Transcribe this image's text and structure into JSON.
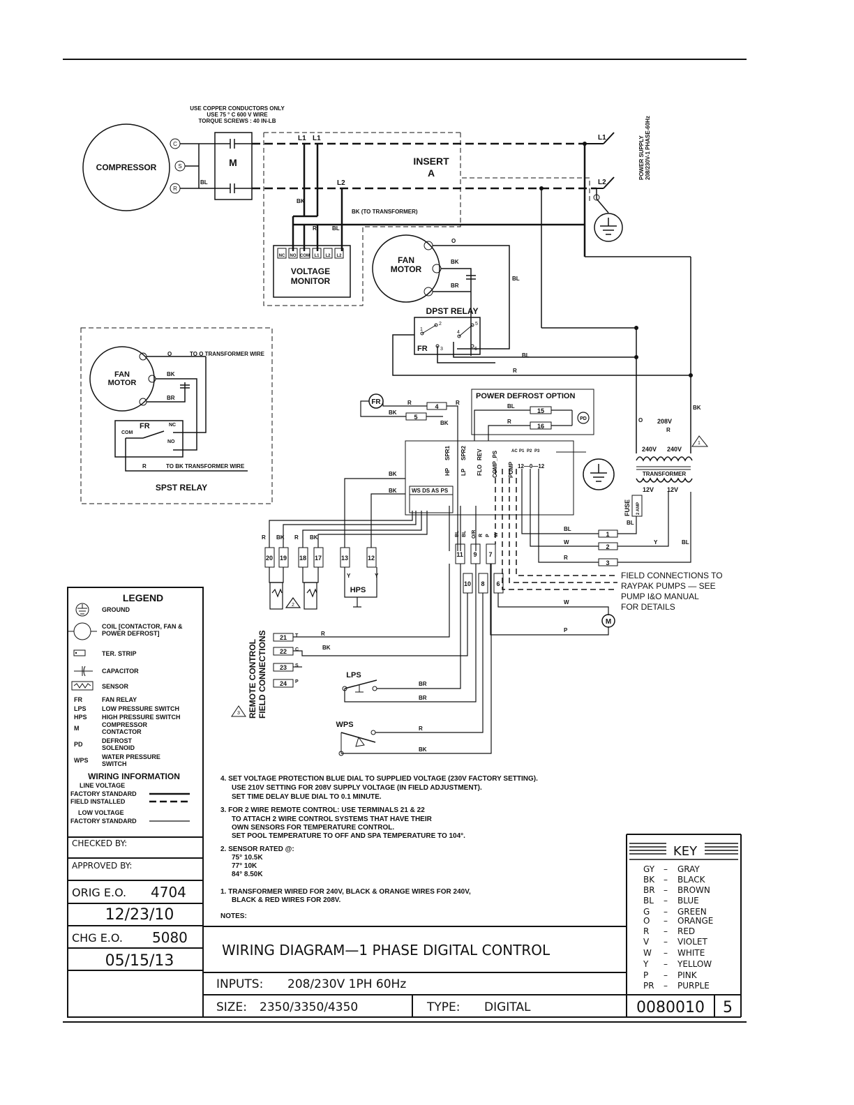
{
  "header_note": [
    "USE COPPER CONDUCTORS ONLY",
    "USE 75 ° C  600 V WIRE",
    "TORQUE SCREWS : 40 IN-LB"
  ],
  "power_supply": [
    "POWER SUPPLY",
    "208/230V-1 PHASE-60Hz"
  ],
  "components": {
    "compressor": "COMPRESSOR",
    "contactor": "M",
    "insert": [
      "INSERT",
      "A"
    ],
    "voltage_monitor": [
      "VOLTAGE",
      "MONITOR"
    ],
    "voltage_monitor_terms": [
      "NC",
      "NO",
      "COM",
      "L1",
      "L2",
      "L2"
    ],
    "fan_motor": [
      "FAN",
      "MOTOR"
    ],
    "dpst_relay": "DPST RELAY",
    "spst_relay": "SPST RELAY",
    "fr": "FR",
    "power_defrost_option": "POWER DEFROST OPTION",
    "transformer": "TRANSFORMER",
    "fuse": "FUSE",
    "fuse_rating": "2 AMP",
    "hps": "HPS",
    "lps": "LPS",
    "wps": "WPS",
    "pd": "PD",
    "motor": "M",
    "com": "COM",
    "nc": "NC",
    "no": "NO"
  },
  "wire_labels": {
    "l1": "L1",
    "l2": "L2",
    "bk": "BK",
    "r": "R",
    "bl": "BL",
    "br": "BR",
    "o": "O",
    "w": "W",
    "y": "Y",
    "p": "P",
    "bk_transformer": "BK (TO TRANSFORMER)",
    "to_o_transformer": "TO O TRANSFORMER WIRE",
    "to_bk_transformer": "TO BK TRANSFORMER WIRE",
    "v208": "208V",
    "v240": "240V",
    "v12": "12V",
    "o_r": "O/R"
  },
  "control_board": {
    "top_labels": [
      "SPR1",
      "SPR2",
      "REV",
      "COMP_PS",
      "PUMP"
    ],
    "mid_labels": [
      "HP",
      "LP",
      "FLO"
    ],
    "pump_terms": [
      "AC",
      "P1",
      "P2",
      "P3"
    ],
    "pump_numbers": "12—0—12",
    "sensor_terms": "WS DS AS PS"
  },
  "terminals": {
    "sensor_row": [
      "20",
      "19",
      "18",
      "17",
      "13",
      "12"
    ],
    "board_row1": [
      "11",
      "9",
      "7"
    ],
    "board_row2": [
      "10",
      "8",
      "6"
    ],
    "defrost": [
      "4",
      "5",
      "15",
      "16"
    ],
    "field": [
      "1",
      "2",
      "3"
    ],
    "remote": [
      "21",
      "22",
      "23",
      "24"
    ],
    "remote_letters": [
      "T",
      "C",
      "S",
      "P"
    ]
  },
  "remote_control": [
    "REMOTE CONTROL",
    "FIELD CONNECTIONS"
  ],
  "field_connections_note": [
    "FIELD CONNECTIONS TO",
    "RAYPAK PUMPS — SEE",
    "PUMP I&O MANUAL",
    "FOR DETAILS"
  ],
  "legend": {
    "title": "LEGEND",
    "items": [
      {
        "symbol": "ground-icon",
        "text": "GROUND"
      },
      {
        "symbol": "coil-icon",
        "text": "COIL [CONTACTOR, FAN & POWER DEFROST]"
      },
      {
        "symbol": "terminal-strip-icon",
        "text": "TER. STRIP"
      },
      {
        "symbol": "capacitor-icon",
        "text": "CAPACITOR"
      },
      {
        "symbol": "sensor-icon",
        "text": "SENSOR"
      }
    ],
    "abbreviations": [
      {
        "abbr": "FR",
        "text": "FAN RELAY"
      },
      {
        "abbr": "LPS",
        "text": "LOW PRESSURE SWITCH"
      },
      {
        "abbr": "HPS",
        "text": "HIGH PRESSURE SWITCH"
      },
      {
        "abbr": "M",
        "text": "COMPRESSOR CONTACTOR"
      },
      {
        "abbr": "PD",
        "text": "DEFROST SOLENOID"
      },
      {
        "abbr": "WPS",
        "text": "WATER PRESSURE SWITCH"
      }
    ],
    "wiring_title": "WIRING INFORMATION",
    "line_voltage": "LINE VOLTAGE",
    "factory_standard": "FACTORY STANDARD",
    "field_installed": "FIELD INSTALLED",
    "low_voltage": "LOW VOLTAGE"
  },
  "notes": {
    "title": "NOTES:",
    "n4": [
      "4. SET VOLTAGE PROTECTION BLUE DIAL TO SUPPLIED VOLTAGE (230V FACTORY SETTING).",
      "USE 210V SETTING FOR 208V SUPPLY VOLTAGE (IN FIELD ADJUSTMENT).",
      "SET TIME DELAY BLUE DIAL TO 0.1 MINUTE."
    ],
    "n3": [
      "3. FOR 2 WIRE REMOTE CONTROL: USE TERMINALS 21 & 22",
      "TO ATTACH 2 WIRE CONTROL SYSTEMS THAT HAVE THEIR",
      "OWN SENSORS FOR TEMPERATURE CONTROL.",
      "SET POOL TEMPERATURE TO OFF AND SPA TEMPERATURE TO 104°."
    ],
    "n2": [
      "2. SENSOR RATED @:",
      "75° 10.5K",
      "77° 10K",
      "84° 8.50K"
    ],
    "n1": [
      "1. TRANSFORMER WIRED FOR 240V, BLACK & ORANGE WIRES FOR 240V,",
      "BLACK & RED WIRES FOR 208V."
    ]
  },
  "title_block": {
    "checked_by": "CHECKED BY:",
    "approved_by": "APPROVED BY:",
    "orig_eo_label": "ORIG E.O.",
    "orig_eo": "4704",
    "orig_date": "12/23/10",
    "chg_eo_label": "CHG E.O.",
    "chg_eo": "5080",
    "chg_date": "05/15/13",
    "title": "WIRING DIAGRAM—1 PHASE DIGITAL CONTROL",
    "inputs_label": "INPUTS:",
    "inputs": "208/230V 1PH 60Hz",
    "size_label": "SIZE:",
    "size": "2350/3350/4350",
    "type_label": "TYPE:",
    "type": "DIGITAL",
    "drawing_no": "0080010",
    "rev": "5"
  },
  "key": {
    "title": "KEY",
    "items": [
      {
        "code": "GY",
        "color": "GRAY"
      },
      {
        "code": "BK",
        "color": "BLACK"
      },
      {
        "code": "BR",
        "color": "BROWN"
      },
      {
        "code": "BL",
        "color": "BLUE"
      },
      {
        "code": "G",
        "color": "GREEN"
      },
      {
        "code": "O",
        "color": "ORANGE"
      },
      {
        "code": "R",
        "color": "RED"
      },
      {
        "code": "V",
        "color": "VIOLET"
      },
      {
        "code": "W",
        "color": "WHITE"
      },
      {
        "code": "Y",
        "color": "YELLOW"
      },
      {
        "code": "P",
        "color": "PINK"
      },
      {
        "code": "PR",
        "color": "PURPLE"
      }
    ]
  },
  "markers": [
    "1",
    "2",
    "3"
  ]
}
